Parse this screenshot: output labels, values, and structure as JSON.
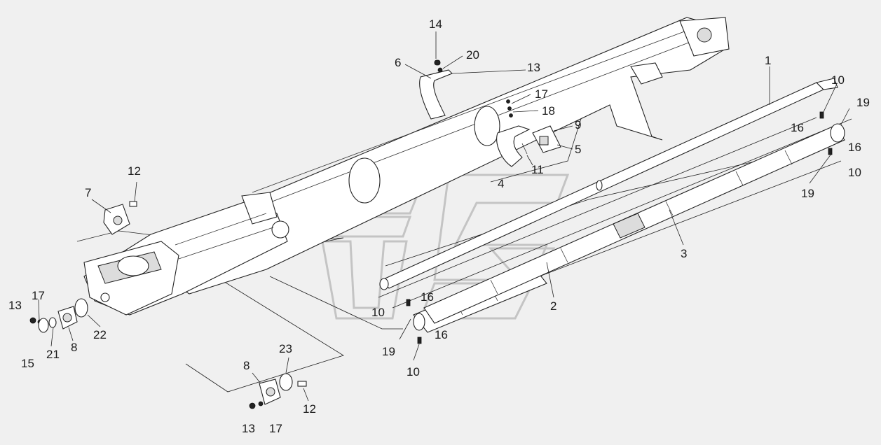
{
  "diagram": {
    "labels": [
      {
        "id": "l14a",
        "text": "14"
      },
      {
        "id": "l20",
        "text": "20"
      },
      {
        "id": "l6",
        "text": "6"
      },
      {
        "id": "l13a",
        "text": "13"
      },
      {
        "id": "l17a",
        "text": "17"
      },
      {
        "id": "l18",
        "text": "18"
      },
      {
        "id": "l9",
        "text": "9"
      },
      {
        "id": "l5",
        "text": "5"
      },
      {
        "id": "l11",
        "text": "11"
      },
      {
        "id": "l4",
        "text": "4"
      },
      {
        "id": "l1",
        "text": "1"
      },
      {
        "id": "l10a",
        "text": "10"
      },
      {
        "id": "l19a",
        "text": "19"
      },
      {
        "id": "l16a",
        "text": "16"
      },
      {
        "id": "l16b",
        "text": "16"
      },
      {
        "id": "l10b",
        "text": "10"
      },
      {
        "id": "l19b",
        "text": "19"
      },
      {
        "id": "l3",
        "text": "3"
      },
      {
        "id": "l2",
        "text": "2"
      },
      {
        "id": "l10c",
        "text": "10"
      },
      {
        "id": "l16c",
        "text": "16"
      },
      {
        "id": "l19c",
        "text": "19"
      },
      {
        "id": "l16d",
        "text": "16"
      },
      {
        "id": "l10d",
        "text": "10"
      },
      {
        "id": "l12a",
        "text": "12"
      },
      {
        "id": "l7",
        "text": "7"
      },
      {
        "id": "l17b",
        "text": "17"
      },
      {
        "id": "l13b",
        "text": "13"
      },
      {
        "id": "l15",
        "text": "15"
      },
      {
        "id": "l21",
        "text": "21"
      },
      {
        "id": "l8a",
        "text": "8"
      },
      {
        "id": "l22",
        "text": "22"
      },
      {
        "id": "l23",
        "text": "23"
      },
      {
        "id": "l8b",
        "text": "8"
      },
      {
        "id": "l12b",
        "text": "12"
      },
      {
        "id": "l13c",
        "text": "13"
      },
      {
        "id": "l17c",
        "text": "17"
      }
    ]
  }
}
